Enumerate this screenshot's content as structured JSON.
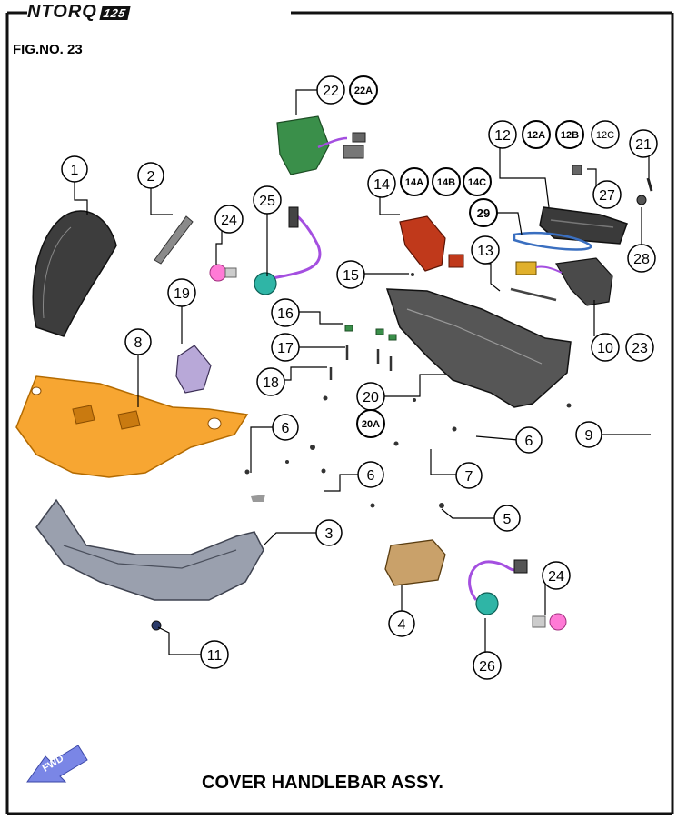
{
  "header": {
    "logo_text": "NTORQ",
    "logo_suffix": "125",
    "figure_number": "FIG.NO. 23"
  },
  "caption": "COVER HANDLEBAR ASSY.",
  "fwd_label": "FWD",
  "colors": {
    "frame": "#111111",
    "callout_fill": "#ffffff",
    "leader": "#000000",
    "front_cover": "#f7a632",
    "rear_cover": "#9aa0ae",
    "lamp_lens": "#3a3a3a",
    "dark_parts": "#4a4a4a",
    "red_parts": "#c0391b",
    "pcb_green": "#3a8f4a",
    "socket_teal": "#2fb5a6",
    "bulb_pink": "#ff7ad6",
    "wire_purple": "#a44fe0",
    "amber_lens": "#c9a16a",
    "fwd_arrow": "#7a86e6"
  },
  "callouts": [
    {
      "id": "c1",
      "label": "1"
    },
    {
      "id": "c2",
      "label": "2"
    },
    {
      "id": "c3",
      "label": "3"
    },
    {
      "id": "c4",
      "label": "4"
    },
    {
      "id": "c5",
      "label": "5"
    },
    {
      "id": "c6a",
      "label": "6"
    },
    {
      "id": "c6b",
      "label": "6"
    },
    {
      "id": "c6c",
      "label": "6"
    },
    {
      "id": "c7",
      "label": "7"
    },
    {
      "id": "c8",
      "label": "8"
    },
    {
      "id": "c9",
      "label": "9"
    },
    {
      "id": "c10",
      "label": "10"
    },
    {
      "id": "c11",
      "label": "11"
    },
    {
      "id": "c12",
      "label": "12"
    },
    {
      "id": "c12a",
      "label": "12A"
    },
    {
      "id": "c12b",
      "label": "12B"
    },
    {
      "id": "c12c",
      "label": "12C"
    },
    {
      "id": "c13",
      "label": "13"
    },
    {
      "id": "c14",
      "label": "14"
    },
    {
      "id": "c14a",
      "label": "14A"
    },
    {
      "id": "c14b",
      "label": "14B"
    },
    {
      "id": "c14c",
      "label": "14C"
    },
    {
      "id": "c15",
      "label": "15"
    },
    {
      "id": "c16",
      "label": "16"
    },
    {
      "id": "c17",
      "label": "17"
    },
    {
      "id": "c18",
      "label": "18"
    },
    {
      "id": "c19",
      "label": "19"
    },
    {
      "id": "c20",
      "label": "20"
    },
    {
      "id": "c20a",
      "label": "20A"
    },
    {
      "id": "c21",
      "label": "21"
    },
    {
      "id": "c22",
      "label": "22"
    },
    {
      "id": "c22a",
      "label": "22A"
    },
    {
      "id": "c23",
      "label": "23"
    },
    {
      "id": "c24a",
      "label": "24"
    },
    {
      "id": "c24b",
      "label": "24"
    },
    {
      "id": "c25",
      "label": "25"
    },
    {
      "id": "c26",
      "label": "26"
    },
    {
      "id": "c27",
      "label": "27"
    },
    {
      "id": "c28",
      "label": "28"
    },
    {
      "id": "c29",
      "label": "29"
    }
  ]
}
